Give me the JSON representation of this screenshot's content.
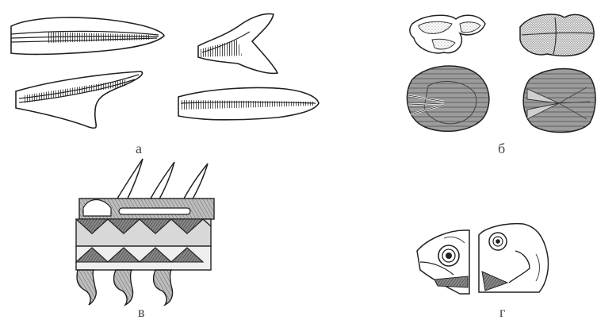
{
  "panels": [
    {
      "id": "a",
      "label": "а"
    },
    {
      "id": "b",
      "label": "б"
    },
    {
      "id": "v",
      "label": "в"
    },
    {
      "id": "g",
      "label": "г"
    }
  ]
}
